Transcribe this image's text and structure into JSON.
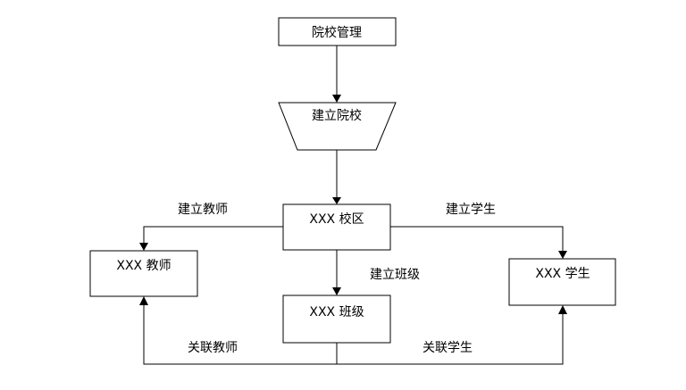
{
  "nodes": {
    "college_management": "院校管理",
    "create_college": "建立院校",
    "campus": "XXX 校区",
    "teacher": "XXX 教师",
    "class": "XXX 班级",
    "student": "XXX 学生"
  },
  "edge_labels": {
    "create_teacher": "建立教师",
    "create_student": "建立学生",
    "create_class": "建立班级",
    "link_teacher": "关联教师",
    "link_student": "关联学生"
  },
  "colors": {
    "stroke": "#000000",
    "fill": "#ffffff"
  }
}
